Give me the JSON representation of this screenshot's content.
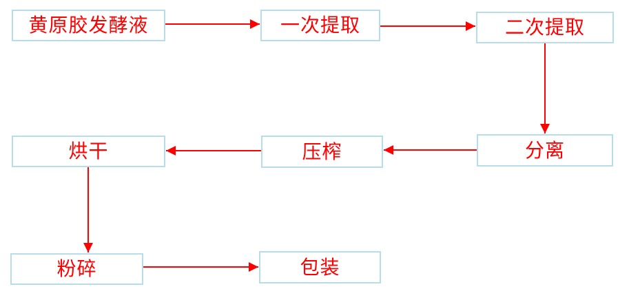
{
  "colors": {
    "red": "#FF0000",
    "border": "#B7DEE8",
    "background": "#FFFFFF"
  },
  "diagram": {
    "type": "flowchart",
    "nodes": [
      {
        "id": "fermentation-broth",
        "label": "黄原胶发酵液"
      },
      {
        "id": "first-extraction",
        "label": "一次提取"
      },
      {
        "id": "second-extraction",
        "label": "二次提取"
      },
      {
        "id": "drying",
        "label": "烘干"
      },
      {
        "id": "pressing",
        "label": "压榨"
      },
      {
        "id": "separation",
        "label": "分离"
      },
      {
        "id": "crushing",
        "label": "粉碎"
      },
      {
        "id": "packaging",
        "label": "包装"
      }
    ],
    "edges": [
      {
        "from": "黄原胶发酵液",
        "to": "一次提取",
        "direction": "right"
      },
      {
        "from": "一次提取",
        "to": "二次提取",
        "direction": "right"
      },
      {
        "from": "二次提取",
        "to": "分离",
        "direction": "down"
      },
      {
        "from": "分离",
        "to": "压榨",
        "direction": "left"
      },
      {
        "from": "压榨",
        "to": "烘干",
        "direction": "left"
      },
      {
        "from": "烘干",
        "to": "粉碎",
        "direction": "down"
      },
      {
        "from": "粉碎",
        "to": "包装",
        "direction": "right"
      }
    ]
  }
}
